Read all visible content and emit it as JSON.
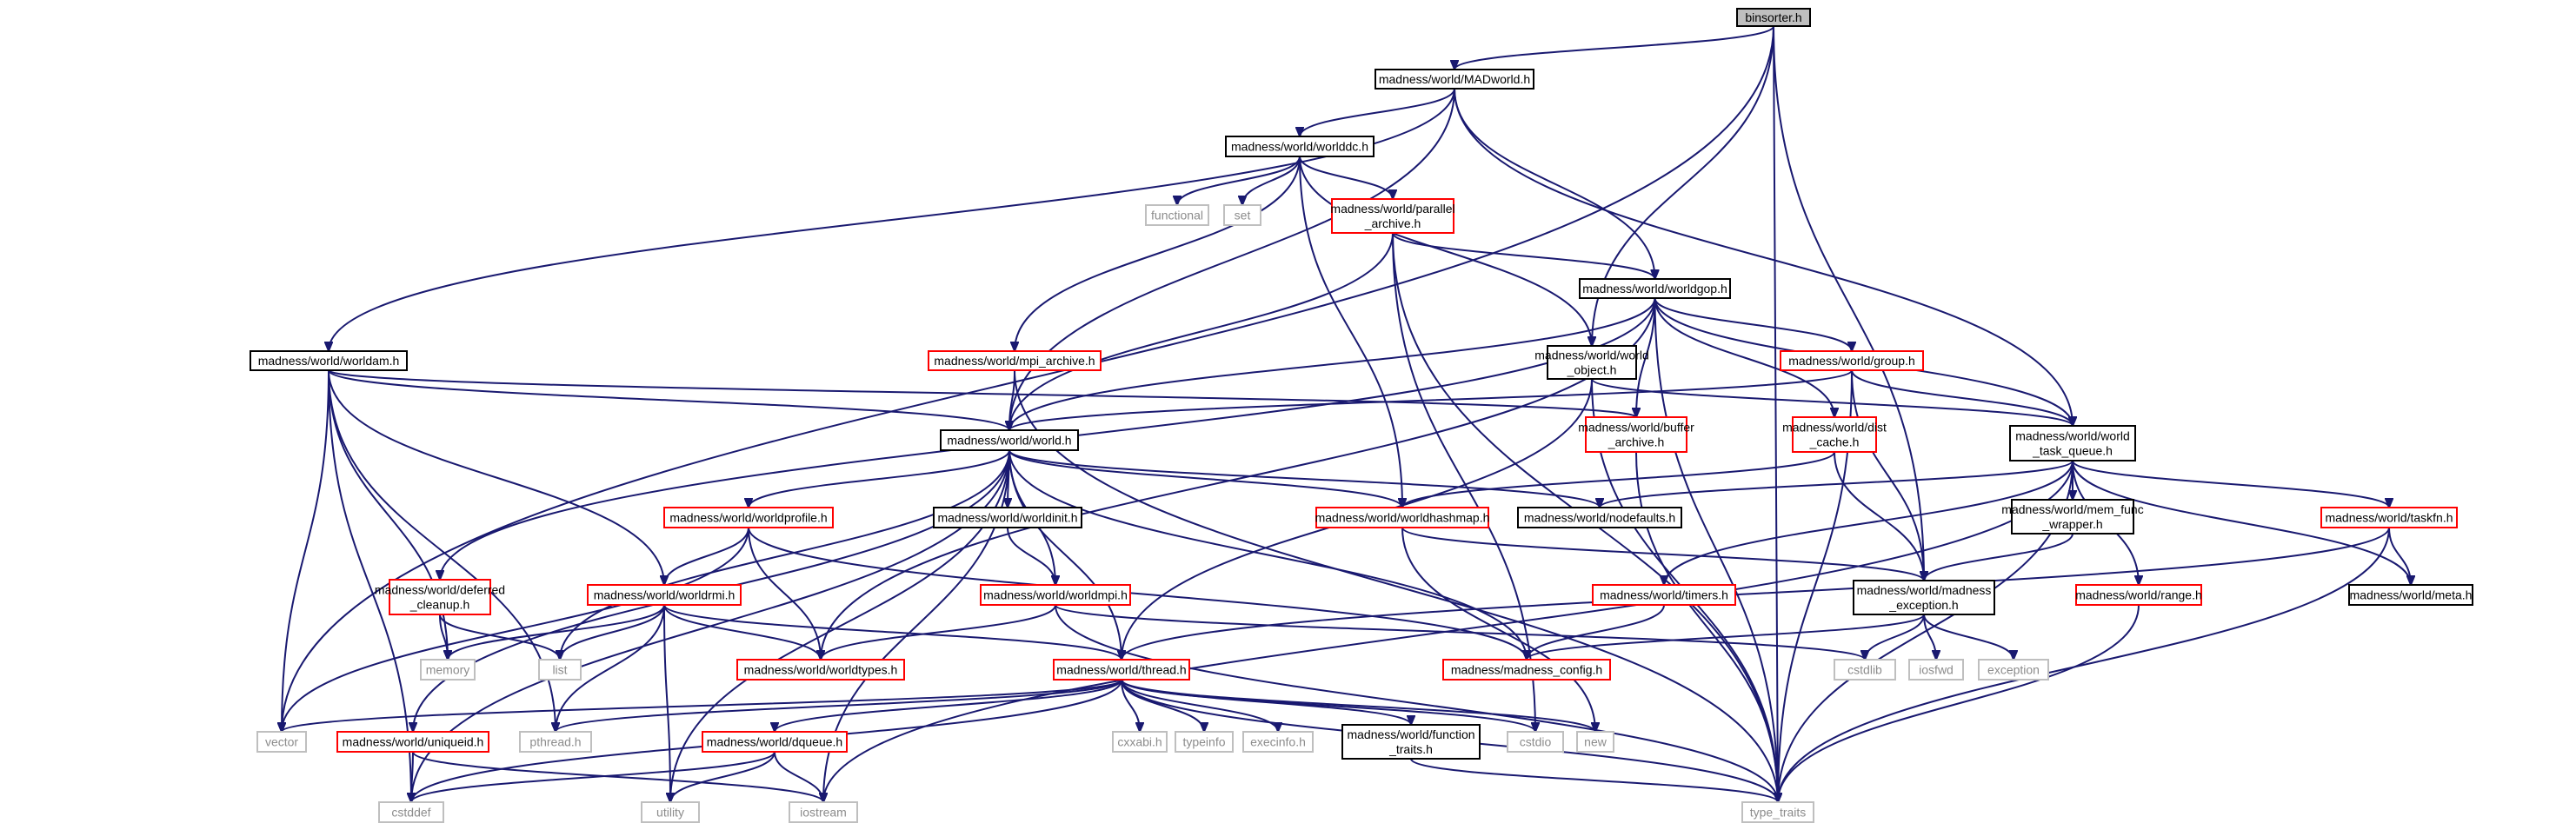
{
  "colors": {
    "edge": "#191970",
    "internal_border": "#000000",
    "incomplete_border": "#ff0000",
    "system_border": "#bfbfbf",
    "root_fill": "#bfbfbf",
    "system_text": "#8c8c8c",
    "text": "#000000"
  },
  "nodes": [
    {
      "id": "binsorter",
      "label": "binsorter.h",
      "kind": "root"
    },
    {
      "id": "MADworld",
      "label": "madness/world/MADworld.h",
      "kind": "internal"
    },
    {
      "id": "worlddc",
      "label": "madness/world/worlddc.h",
      "kind": "internal"
    },
    {
      "id": "functional",
      "label": "functional",
      "kind": "system"
    },
    {
      "id": "set",
      "label": "set",
      "kind": "system"
    },
    {
      "id": "parallel_archive",
      "label": "madness/world/parallel\n_archive.h",
      "kind": "incomplete"
    },
    {
      "id": "worldgop",
      "label": "madness/world/worldgop.h",
      "kind": "internal"
    },
    {
      "id": "worldam",
      "label": "madness/world/worldam.h",
      "kind": "internal"
    },
    {
      "id": "mpi_archive",
      "label": "madness/world/mpi_archive.h",
      "kind": "incomplete"
    },
    {
      "id": "world_object",
      "label": "madness/world/world\n_object.h",
      "kind": "internal"
    },
    {
      "id": "group",
      "label": "madness/world/group.h",
      "kind": "incomplete"
    },
    {
      "id": "world",
      "label": "madness/world/world.h",
      "kind": "internal"
    },
    {
      "id": "buffer_archive",
      "label": "madness/world/buffer\n_archive.h",
      "kind": "incomplete"
    },
    {
      "id": "dist_cache",
      "label": "madness/world/dist\n_cache.h",
      "kind": "incomplete"
    },
    {
      "id": "world_task_queue",
      "label": "madness/world/world\n_task_queue.h",
      "kind": "internal"
    },
    {
      "id": "worldprofile",
      "label": "madness/world/worldprofile.h",
      "kind": "incomplete"
    },
    {
      "id": "worldinit",
      "label": "madness/world/worldinit.h",
      "kind": "internal"
    },
    {
      "id": "worldhashmap",
      "label": "madness/world/worldhashmap.h",
      "kind": "incomplete"
    },
    {
      "id": "nodefaults",
      "label": "madness/world/nodefaults.h",
      "kind": "internal"
    },
    {
      "id": "mem_func_wrapper",
      "label": "madness/world/mem_func\n_wrapper.h",
      "kind": "internal"
    },
    {
      "id": "taskfn",
      "label": "madness/world/taskfn.h",
      "kind": "incomplete"
    },
    {
      "id": "deferred_cleanup",
      "label": "madness/world/deferred\n_cleanup.h",
      "kind": "incomplete"
    },
    {
      "id": "worldrmi",
      "label": "madness/world/worldrmi.h",
      "kind": "incomplete"
    },
    {
      "id": "worldmpi",
      "label": "madness/world/worldmpi.h",
      "kind": "incomplete"
    },
    {
      "id": "timers",
      "label": "madness/world/timers.h",
      "kind": "incomplete"
    },
    {
      "id": "madness_exception",
      "label": "madness/world/madness\n_exception.h",
      "kind": "internal"
    },
    {
      "id": "range",
      "label": "madness/world/range.h",
      "kind": "incomplete"
    },
    {
      "id": "meta",
      "label": "madness/world/meta.h",
      "kind": "internal"
    },
    {
      "id": "memory",
      "label": "memory",
      "kind": "system"
    },
    {
      "id": "list",
      "label": "list",
      "kind": "system"
    },
    {
      "id": "worldtypes",
      "label": "madness/world/worldtypes.h",
      "kind": "incomplete"
    },
    {
      "id": "thread",
      "label": "madness/world/thread.h",
      "kind": "incomplete"
    },
    {
      "id": "madness_config",
      "label": "madness/madness_config.h",
      "kind": "incomplete"
    },
    {
      "id": "cstdlib",
      "label": "cstdlib",
      "kind": "system"
    },
    {
      "id": "iosfwd",
      "label": "iosfwd",
      "kind": "system"
    },
    {
      "id": "exception",
      "label": "exception",
      "kind": "system"
    },
    {
      "id": "vector",
      "label": "vector",
      "kind": "system"
    },
    {
      "id": "pthread",
      "label": "pthread.h",
      "kind": "system"
    },
    {
      "id": "uniqueid",
      "label": "madness/world/uniqueid.h",
      "kind": "incomplete"
    },
    {
      "id": "dqueue",
      "label": "madness/world/dqueue.h",
      "kind": "incomplete"
    },
    {
      "id": "cxxabi",
      "label": "cxxabi.h",
      "kind": "system"
    },
    {
      "id": "typeinfo",
      "label": "typeinfo",
      "kind": "system"
    },
    {
      "id": "execinfo",
      "label": "execinfo.h",
      "kind": "system"
    },
    {
      "id": "function_traits",
      "label": "madness/world/function\n_traits.h",
      "kind": "internal"
    },
    {
      "id": "cstdio",
      "label": "cstdio",
      "kind": "system"
    },
    {
      "id": "new",
      "label": "new",
      "kind": "system"
    },
    {
      "id": "cstddef",
      "label": "cstddef",
      "kind": "system"
    },
    {
      "id": "utility",
      "label": "utility",
      "kind": "system"
    },
    {
      "id": "iostream",
      "label": "iostream",
      "kind": "system"
    },
    {
      "id": "type_traits",
      "label": "type_traits",
      "kind": "system"
    }
  ],
  "edges": [
    [
      "binsorter",
      "MADworld"
    ],
    [
      "binsorter",
      "world_object"
    ],
    [
      "binsorter",
      "madness_exception"
    ],
    [
      "binsorter",
      "vector"
    ],
    [
      "binsorter",
      "type_traits"
    ],
    [
      "MADworld",
      "worldam"
    ],
    [
      "MADworld",
      "world"
    ],
    [
      "MADworld",
      "worlddc"
    ],
    [
      "MADworld",
      "worldgop"
    ],
    [
      "MADworld",
      "world_task_queue"
    ],
    [
      "worlddc",
      "functional"
    ],
    [
      "worlddc",
      "set"
    ],
    [
      "worlddc",
      "parallel_archive"
    ],
    [
      "worlddc",
      "mpi_archive"
    ],
    [
      "worlddc",
      "worldhashmap"
    ],
    [
      "worlddc",
      "world_object"
    ],
    [
      "parallel_archive",
      "worldgop"
    ],
    [
      "parallel_archive",
      "world"
    ],
    [
      "parallel_archive",
      "cstdio"
    ],
    [
      "parallel_archive",
      "type_traits"
    ],
    [
      "worldgop",
      "world"
    ],
    [
      "worldgop",
      "group"
    ],
    [
      "worldgop",
      "buffer_archive"
    ],
    [
      "worldgop",
      "dist_cache"
    ],
    [
      "worldgop",
      "world_task_queue"
    ],
    [
      "worldgop",
      "deferred_cleanup"
    ],
    [
      "worldgop",
      "worldtypes"
    ],
    [
      "worldgop",
      "type_traits"
    ],
    [
      "worldam",
      "world"
    ],
    [
      "worldam",
      "buffer_archive"
    ],
    [
      "worldam",
      "worldrmi"
    ],
    [
      "worldam",
      "memory"
    ],
    [
      "worldam",
      "vector"
    ],
    [
      "worldam",
      "pthread"
    ],
    [
      "worldam",
      "cstddef"
    ],
    [
      "mpi_archive",
      "world"
    ],
    [
      "mpi_archive",
      "type_traits"
    ],
    [
      "world_object",
      "world_task_queue"
    ],
    [
      "world_object",
      "thread"
    ],
    [
      "world_object",
      "type_traits"
    ],
    [
      "group",
      "world"
    ],
    [
      "group",
      "world_task_queue"
    ],
    [
      "group",
      "madness_exception"
    ],
    [
      "group",
      "type_traits"
    ],
    [
      "world",
      "worldprofile"
    ],
    [
      "world",
      "worldinit"
    ],
    [
      "world",
      "worldhashmap"
    ],
    [
      "world",
      "nodefaults"
    ],
    [
      "world",
      "worldmpi"
    ],
    [
      "world",
      "thread"
    ],
    [
      "world",
      "madness_config"
    ],
    [
      "world",
      "list"
    ],
    [
      "world",
      "uniqueid"
    ],
    [
      "world",
      "iostream"
    ],
    [
      "world",
      "cstddef"
    ],
    [
      "world",
      "utility"
    ],
    [
      "buffer_archive",
      "type_traits"
    ],
    [
      "dist_cache",
      "worldhashmap"
    ],
    [
      "dist_cache",
      "madness_exception"
    ],
    [
      "world_task_queue",
      "nodefaults"
    ],
    [
      "world_task_queue",
      "mem_func_wrapper"
    ],
    [
      "world_task_queue",
      "taskfn"
    ],
    [
      "world_task_queue",
      "timers"
    ],
    [
      "world_task_queue",
      "range"
    ],
    [
      "world_task_queue",
      "meta"
    ],
    [
      "world_task_queue",
      "iostream"
    ],
    [
      "world_task_queue",
      "type_traits"
    ],
    [
      "worldprofile",
      "worldrmi"
    ],
    [
      "worldprofile",
      "worldtypes"
    ],
    [
      "worldprofile",
      "madness_config"
    ],
    [
      "worldprofile",
      "vector"
    ],
    [
      "worldinit",
      "worldmpi"
    ],
    [
      "worldhashmap",
      "madness_exception"
    ],
    [
      "worldhashmap",
      "new"
    ],
    [
      "mem_func_wrapper",
      "madness_exception"
    ],
    [
      "taskfn",
      "meta"
    ],
    [
      "taskfn",
      "thread"
    ],
    [
      "taskfn",
      "type_traits"
    ],
    [
      "deferred_cleanup",
      "memory"
    ],
    [
      "deferred_cleanup",
      "list"
    ],
    [
      "worldrmi",
      "worldtypes"
    ],
    [
      "worldrmi",
      "thread"
    ],
    [
      "worldrmi",
      "list"
    ],
    [
      "worldrmi",
      "memory"
    ],
    [
      "worldrmi",
      "pthread"
    ],
    [
      "worldrmi",
      "utility"
    ],
    [
      "worldmpi",
      "worldtypes"
    ],
    [
      "worldmpi",
      "cstdlib"
    ],
    [
      "worldmpi",
      "type_traits"
    ],
    [
      "timers",
      "madness_config"
    ],
    [
      "madness_exception",
      "madness_config"
    ],
    [
      "madness_exception",
      "cstdlib"
    ],
    [
      "madness_exception",
      "iosfwd"
    ],
    [
      "madness_exception",
      "exception"
    ],
    [
      "range",
      "type_traits"
    ],
    [
      "thread",
      "vector"
    ],
    [
      "thread",
      "pthread"
    ],
    [
      "thread",
      "cstddef"
    ],
    [
      "thread",
      "dqueue"
    ],
    [
      "thread",
      "cxxabi"
    ],
    [
      "thread",
      "typeinfo"
    ],
    [
      "thread",
      "execinfo"
    ],
    [
      "thread",
      "function_traits"
    ],
    [
      "thread",
      "cstdio"
    ],
    [
      "thread",
      "new"
    ],
    [
      "thread",
      "type_traits"
    ],
    [
      "function_traits",
      "type_traits"
    ],
    [
      "uniqueid",
      "cstddef"
    ],
    [
      "uniqueid",
      "iostream"
    ],
    [
      "dqueue",
      "cstddef"
    ],
    [
      "dqueue",
      "utility"
    ],
    [
      "dqueue",
      "iostream"
    ]
  ]
}
